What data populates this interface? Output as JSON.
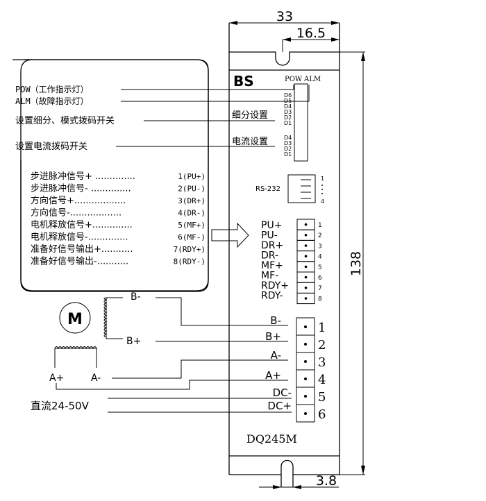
{
  "dimensions": {
    "width": "33",
    "half_width": "16.5",
    "height": "138",
    "slot": "3.8"
  },
  "driver": {
    "brand": "BS",
    "model": "DQ245M",
    "led_labels": {
      "pow": "POW",
      "alm": "ALM"
    },
    "subdivision_label": "细分设置",
    "current_label": "电流设置",
    "subdivision_switches": [
      "D6",
      "D5",
      "D4",
      "D3",
      "D2",
      "D1"
    ],
    "current_switches": [
      "D4",
      "D3",
      "D2",
      "D1"
    ],
    "rs232": {
      "label": "RS-232",
      "pin_first": "1",
      "pin_last": "4"
    },
    "signal_terminals": [
      {
        "label": "PU+",
        "num": "1"
      },
      {
        "label": "PU-",
        "num": "2"
      },
      {
        "label": "DR+",
        "num": "3"
      },
      {
        "label": "DR-",
        "num": "4"
      },
      {
        "label": "MF+",
        "num": "5"
      },
      {
        "label": "MF-",
        "num": "6"
      },
      {
        "label": "RDY+",
        "num": "7"
      },
      {
        "label": "RDY-",
        "num": "8"
      }
    ],
    "power_terminals": [
      {
        "label": "B-",
        "num": "1"
      },
      {
        "label": "B+",
        "num": "2"
      },
      {
        "label": "A-",
        "num": "3"
      },
      {
        "label": "A+",
        "num": "4"
      },
      {
        "label": "DC-",
        "num": "5"
      },
      {
        "label": "DC+",
        "num": "6"
      }
    ]
  },
  "legend": {
    "callouts": [
      "POW（工作指示灯）",
      "ALM（故障指示灯）",
      "设置细分、模式拨码开关",
      "设置电流拨码开关"
    ],
    "signals": [
      {
        "name": "步进脉冲信号+",
        "dots": " ..............",
        "pin": "1(PU+)"
      },
      {
        "name": "步进脉冲信号-",
        "dots": " ..............",
        "pin": "2(PU-)"
      },
      {
        "name": "方向信号+",
        "dots": "..................",
        "pin": "3(DR+)"
      },
      {
        "name": "方向信号-",
        "dots": "..................",
        "pin": "4(DR-)"
      },
      {
        "name": "电机释放信号+",
        "dots": "..............",
        "pin": "5(MF+)"
      },
      {
        "name": "电机释放信号-",
        "dots": "..............",
        "pin": "6(MF-)"
      },
      {
        "name": "准备好信号输出+",
        "dots": "...........",
        "pin": "7(RDY+)"
      },
      {
        "name": "准备好信号输出-",
        "dots": "...........",
        "pin": "8(RDY-)"
      }
    ]
  },
  "motor": {
    "symbol": "M",
    "coil_b": {
      "minus": "B-",
      "plus": "B+"
    },
    "coil_a": {
      "plus": "A+",
      "minus": "A-"
    }
  },
  "power_supply": {
    "label": "直流24-50V"
  }
}
